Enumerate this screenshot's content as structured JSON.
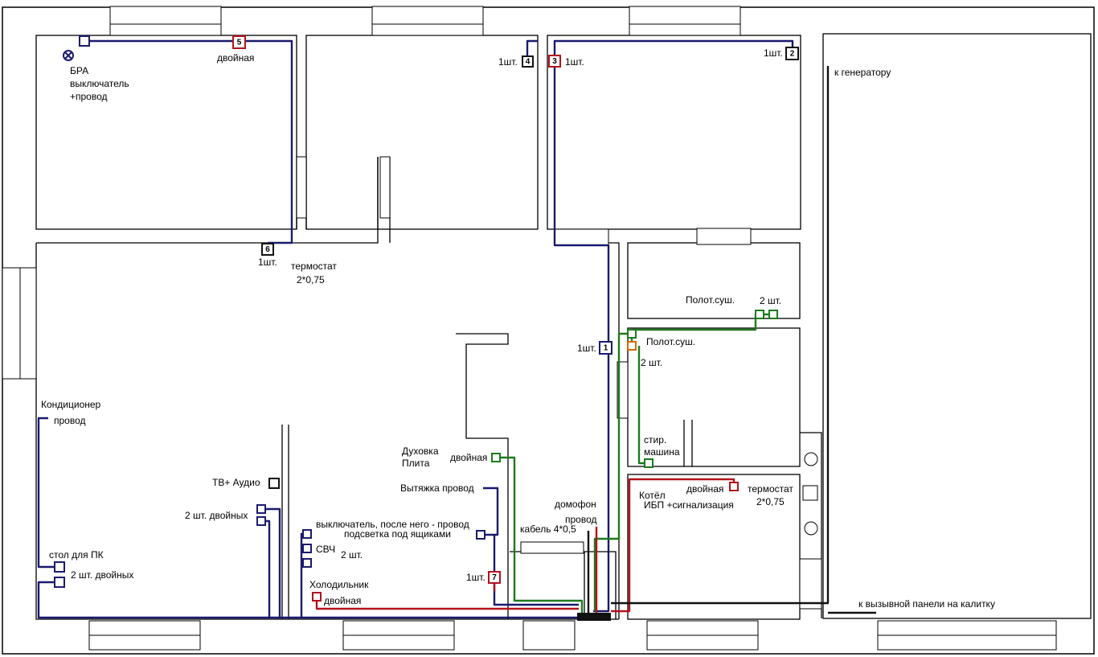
{
  "colors": {
    "blue_wire": "#1a1a6e",
    "green_wire": "#1e7a1e",
    "red_wire": "#b3131b",
    "black_wire": "#111111",
    "orange_box": "#d46a00"
  },
  "labels": {
    "bra": "БРА",
    "bra_switch": "выключатель",
    "bra_wire": "+провод",
    "double_top": "двойная",
    "qty_4": "1шт.",
    "qty_3": "1шт.",
    "qty_2": "1шт.",
    "to_generator": "к генератору",
    "qty_6": "1шт.",
    "thermostat_hall": "термостат",
    "thermostat_hall_spec": "2*0,75",
    "towel_dryer_1": "Полот.суш.",
    "towel_dryer_1_qty": "2 шт.",
    "towel_dryer_2": "Полот.суш.",
    "towel_dryer_2_qty": "2 шт.",
    "qty_1": "1шт.",
    "conditioner": "Кондиционер",
    "conditioner_wire": "провод",
    "oven": "Духовка",
    "stove": "Плита",
    "oven_double": "двойная",
    "washer_1": "стир.",
    "washer_2": "машина",
    "hood": "Вытяжка провод",
    "tv_audio": "ТВ+ Аудио",
    "tv_double": "2 шт.  двойных",
    "intercom": "домофон",
    "intercom_wire": "провод",
    "boiler": "Котёл",
    "boiler_double": "двойная",
    "ups": "ИБП +сигнализация",
    "thermostat_boiler": "термостат",
    "thermostat_boiler_spec": "2*0,75",
    "switch_note": "выключатель, после него - провод",
    "backlight": "подсветка под ящиками",
    "cable": "кабель 4*0,5",
    "microwave": "СВЧ",
    "microwave_qty": "2 шт.",
    "pc_desk": "стол для ПК",
    "pc_double": "2 шт.  двойных",
    "qty_7": "1шт.",
    "fridge": "Холодильник",
    "fridge_double": "двойная",
    "to_gate": "к вызывной панели на калитку"
  },
  "markers": {
    "m1": "1",
    "m2": "2",
    "m3": "3",
    "m4": "4",
    "m5": "5",
    "m6": "6",
    "m7": "7"
  }
}
